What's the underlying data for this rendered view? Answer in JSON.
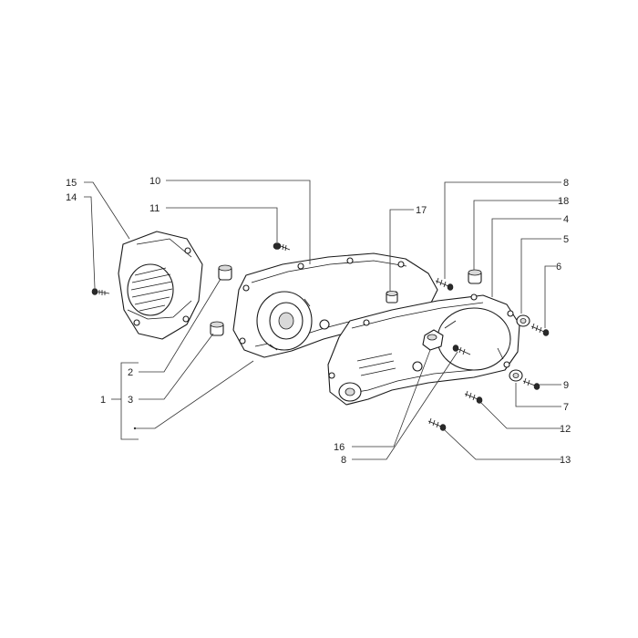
{
  "diagram": {
    "callouts": {
      "c1": "1",
      "c2": "2",
      "c3": "3",
      "c4": "4",
      "c5": "5",
      "c6": "6",
      "c7": "7",
      "c8a": "8",
      "c8b": "8",
      "c9": "9",
      "c10": "10",
      "c11": "11",
      "c12": "12",
      "c13": "13",
      "c14": "14",
      "c15": "15",
      "c16": "16",
      "c17": "17",
      "c18": "18"
    },
    "colors": {
      "line": "#1a1a1a",
      "background": "#ffffff",
      "shade": "#d9d9d9"
    }
  }
}
